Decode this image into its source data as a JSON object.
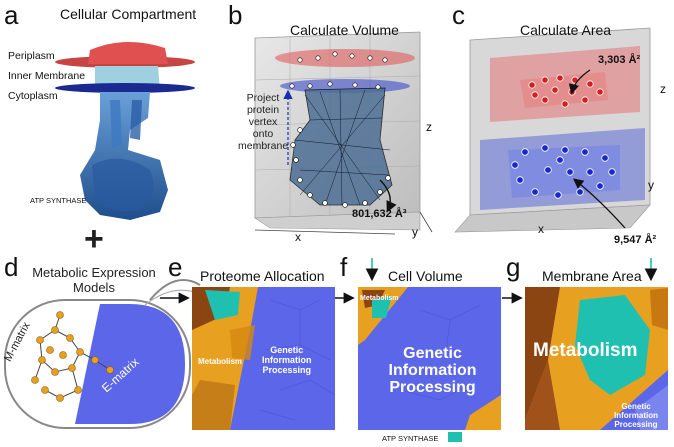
{
  "panels": {
    "a": {
      "letter": "a",
      "title": "Cellular Compartment",
      "labels": [
        "Periplasm",
        "Inner Membrane",
        "Cytoplasm"
      ],
      "protein": "ATP SYNTHASE"
    },
    "b": {
      "letter": "b",
      "title": "Calculate Volume",
      "note_lines": [
        "Project",
        "protein",
        "vertex",
        "onto",
        "membrane"
      ],
      "volume": "801,632 Å³",
      "axes": {
        "x": "x",
        "y": "y",
        "z": "z"
      }
    },
    "c": {
      "letter": "c",
      "title": "Calculate Area",
      "area_top": "3,303 Å²",
      "area_bottom": "9,547 Å²",
      "axes": {
        "x": "x",
        "y": "y",
        "z": "z"
      }
    },
    "plus": "+",
    "d": {
      "letter": "d",
      "title_lines": [
        "Metabolic Expression",
        "Models"
      ],
      "m_matrix": "M-matrix",
      "e_matrix": "E-matrix"
    },
    "e": {
      "letter": "e",
      "title": "Proteome Allocation",
      "metabolism": "Metabolism",
      "gip_lines": [
        "Genetic",
        "Information",
        "Processing"
      ]
    },
    "f": {
      "letter": "f",
      "title": "Cell Volume",
      "metabolism": "Metabolism",
      "gip_lines": [
        "Genetic",
        "Information",
        "Processing"
      ]
    },
    "g": {
      "letter": "g",
      "title": "Membrane Area",
      "metabolism": "Metabolism",
      "gip_lines": [
        "Genetic",
        "Information",
        "Processing"
      ]
    },
    "legend": {
      "label": "ATP SYNTHASE",
      "color": "#20c0b0"
    }
  },
  "colors": {
    "gip_blue": "#5b66e8",
    "metabolism_orange": "#e8a020",
    "teal": "#20c0b0",
    "brown": "#8b4513",
    "red_plane": "#e05050",
    "blue_plane": "#4050d0"
  }
}
